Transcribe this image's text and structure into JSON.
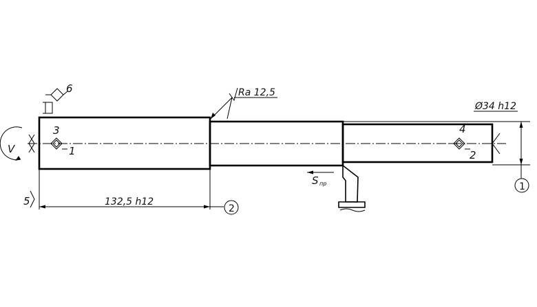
{
  "drawing": {
    "roughness_label": "Ra 12,5",
    "diameter_label": "Ø34 h12",
    "length_label": "132,5 h12",
    "feed_label": "S",
    "feed_subscript": "пр",
    "rotation_label": "V",
    "base_numbers": [
      "1",
      "2",
      "3",
      "4",
      "5",
      "6"
    ],
    "circled_numbers": [
      "1",
      "2"
    ]
  }
}
